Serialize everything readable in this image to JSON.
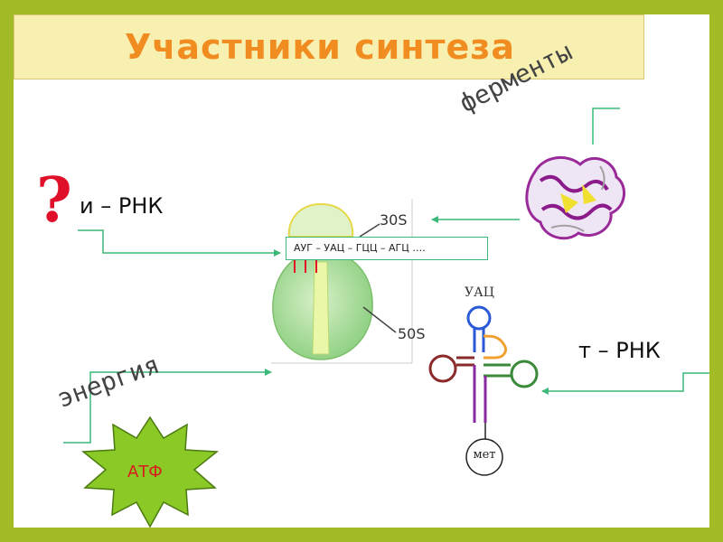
{
  "title": "Участники синтеза",
  "labels": {
    "question_mark": "?",
    "mrna": "и – РНК",
    "trna": "т – РНК",
    "enzymes": "ферменты",
    "energy": "энергия",
    "atp": "АТФ"
  },
  "ribosome": {
    "small_subunit": "30S",
    "large_subunit": "50S",
    "codon_sequence": "АУГ – УАЦ – ГЦЦ – АГЦ …."
  },
  "trna_molecule": {
    "anticodon": "УАЦ",
    "amino_acid": "мет"
  },
  "colors": {
    "frame": "#a3bb26",
    "title_bg": "#f8f0b0",
    "title_text": "#f08c20",
    "arrow": "#3cb878",
    "question": "#e0102a",
    "atp_star": "#8ac926"
  }
}
